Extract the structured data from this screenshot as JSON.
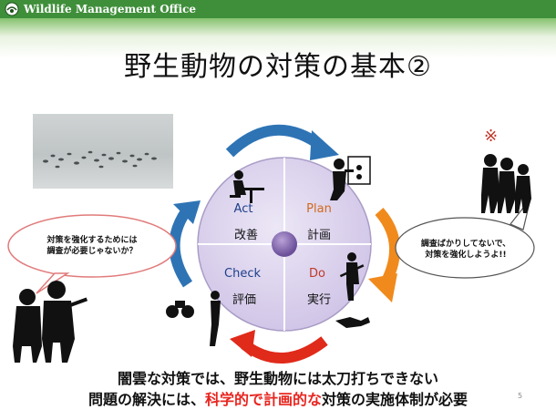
{
  "header": {
    "org_name": "Wildlife Management Office"
  },
  "slide": {
    "title": "野生動物の対策の基本②"
  },
  "cycle": {
    "act": {
      "en": "Act",
      "ja": "改善"
    },
    "plan": {
      "en": "Plan",
      "ja": "計画"
    },
    "check": {
      "en": "Check",
      "ja": "評価"
    },
    "do": {
      "en": "Do",
      "ja": "実行"
    }
  },
  "speech_left": {
    "line1": "対策を強化するためには",
    "line2": "調査が必要じゃないか？"
  },
  "speech_right": {
    "line1": "調査ばかりしてないで、",
    "line2": "対策を強化しようよ!!"
  },
  "mark": "※",
  "bottom": {
    "line1": "闇雲な対策では、野生動物には太刀打ちできない",
    "line2_before": "問題の解決には、",
    "line2_highlight": "科学的で計画的な",
    "line2_after": "対策の実施体制が必要"
  },
  "page_number": "5",
  "colors": {
    "header_green": "#3f8f3a",
    "circle_fill": "#d9d0ec",
    "arrow_blue": "#2e74b5",
    "arrow_orange": "#f08a1c",
    "arrow_red": "#e02a1a",
    "highlight_red": "#e8251f"
  }
}
